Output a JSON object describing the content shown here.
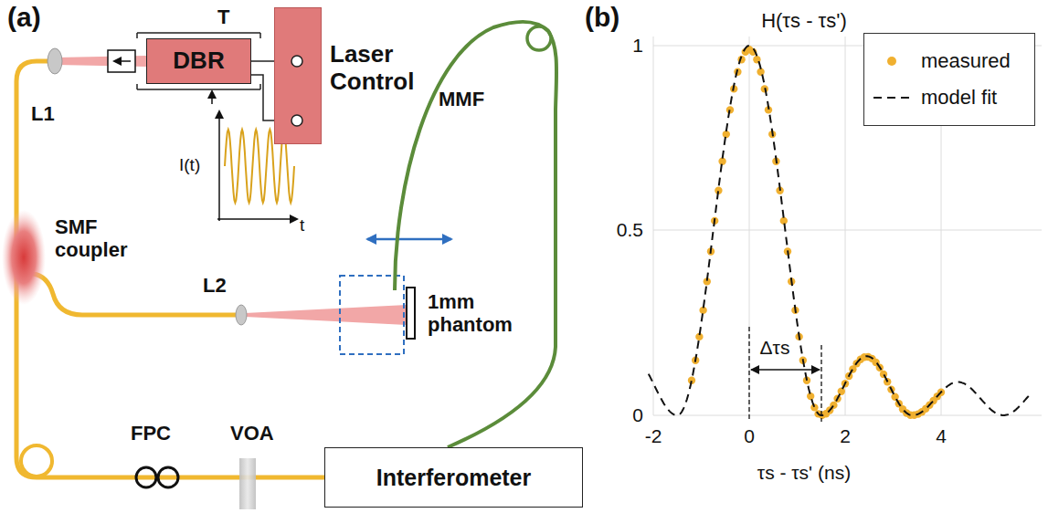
{
  "diagram": {
    "nodes": [
      {
        "text": [
          "DBR"
        ]
      },
      {
        "text": [
          "Laser Control"
        ]
      },
      {
        "text": [
          "Interferometer"
        ]
      }
    ],
    "edges": [
      {
        "from": 0,
        "to": 1,
        "arrow": "none"
      },
      {
        "from": 0,
        "to": 2,
        "arrow": "none"
      }
    ],
    "labels": [
      "(a)",
      "T",
      "L1",
      "SMF coupler",
      "L2",
      "MMF",
      "1mm phantom",
      "FPC",
      "VOA",
      "I(t)",
      "t",
      "(b)",
      "H(τs - τs')",
      "1",
      "0.5",
      "0",
      "-2",
      "0",
      "2",
      "4",
      "Δτs",
      "τs - τs' (ns)"
    ],
    "legend": [
      {
        "text": "measured"
      },
      {
        "text": "model fit"
      }
    ]
  }
}
